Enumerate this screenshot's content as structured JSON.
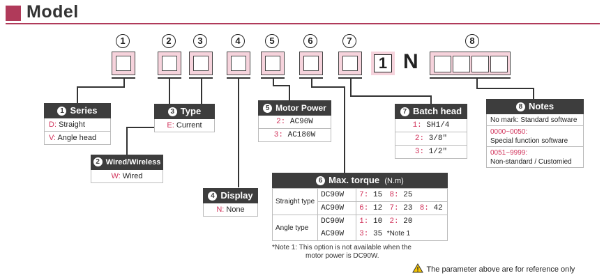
{
  "header": {
    "title": "Model"
  },
  "positions": [
    "1",
    "2",
    "3",
    "4",
    "5",
    "6",
    "7",
    "8"
  ],
  "fixed": {
    "digit": "1",
    "letter": "N"
  },
  "series": {
    "num": "1",
    "title": "Series",
    "options": [
      {
        "code": "D:",
        "text": "Straight"
      },
      {
        "code": "V:",
        "text": "Angle head"
      }
    ]
  },
  "wired": {
    "num": "2",
    "title": "Wired/Wireless",
    "options": [
      {
        "code": "W:",
        "text": "Wired"
      }
    ]
  },
  "type": {
    "num": "3",
    "title": "Type",
    "options": [
      {
        "code": "E:",
        "text": "Current"
      }
    ]
  },
  "display": {
    "num": "4",
    "title": "Display",
    "options": [
      {
        "code": "N:",
        "text": "None"
      }
    ]
  },
  "motor": {
    "num": "5",
    "title": "Motor Power",
    "options": [
      {
        "code": "2:",
        "text": "AC90W"
      },
      {
        "code": "3:",
        "text": "AC180W"
      }
    ]
  },
  "batch": {
    "num": "7",
    "title": "Batch head",
    "options": [
      {
        "code": "1:",
        "text": "SH1/4"
      },
      {
        "code": "2:",
        "text": "3/8\""
      },
      {
        "code": "3:",
        "text": "1/2\""
      }
    ]
  },
  "notes": {
    "num": "8",
    "title": "Notes",
    "rows": [
      {
        "code": "",
        "text": "No mark: Standard software"
      },
      {
        "code": "0000~0050:",
        "text": "Special function software"
      },
      {
        "code": "0051~9999:",
        "text": "Non-standard / Customied"
      }
    ]
  },
  "torque": {
    "num": "6",
    "title": "Max. torque",
    "unit": "(N.m)",
    "straight_label": "Straight type",
    "angle_label": "Angle type",
    "rows": [
      {
        "model": "DC90W",
        "a_code": "7:",
        "a_val": "15",
        "b_code": "8:",
        "b_val": "25",
        "c_code": "",
        "c_val": ""
      },
      {
        "model": "AC90W",
        "a_code": "6:",
        "a_val": "12",
        "b_code": "7:",
        "b_val": "23",
        "c_code": "8:",
        "c_val": "42"
      },
      {
        "model": "DC90W",
        "a_code": "1:",
        "a_val": "10",
        "b_code": "2:",
        "b_val": "20"
      },
      {
        "model": "AC90W",
        "a_code": "3:",
        "a_val": "35",
        "b_note": "*Note 1"
      }
    ],
    "note_line1": "*Note 1:  This option is not available when the",
    "note_line2": "motor power is DC90W."
  },
  "footer": {
    "warning": "The parameter above are for reference only"
  }
}
